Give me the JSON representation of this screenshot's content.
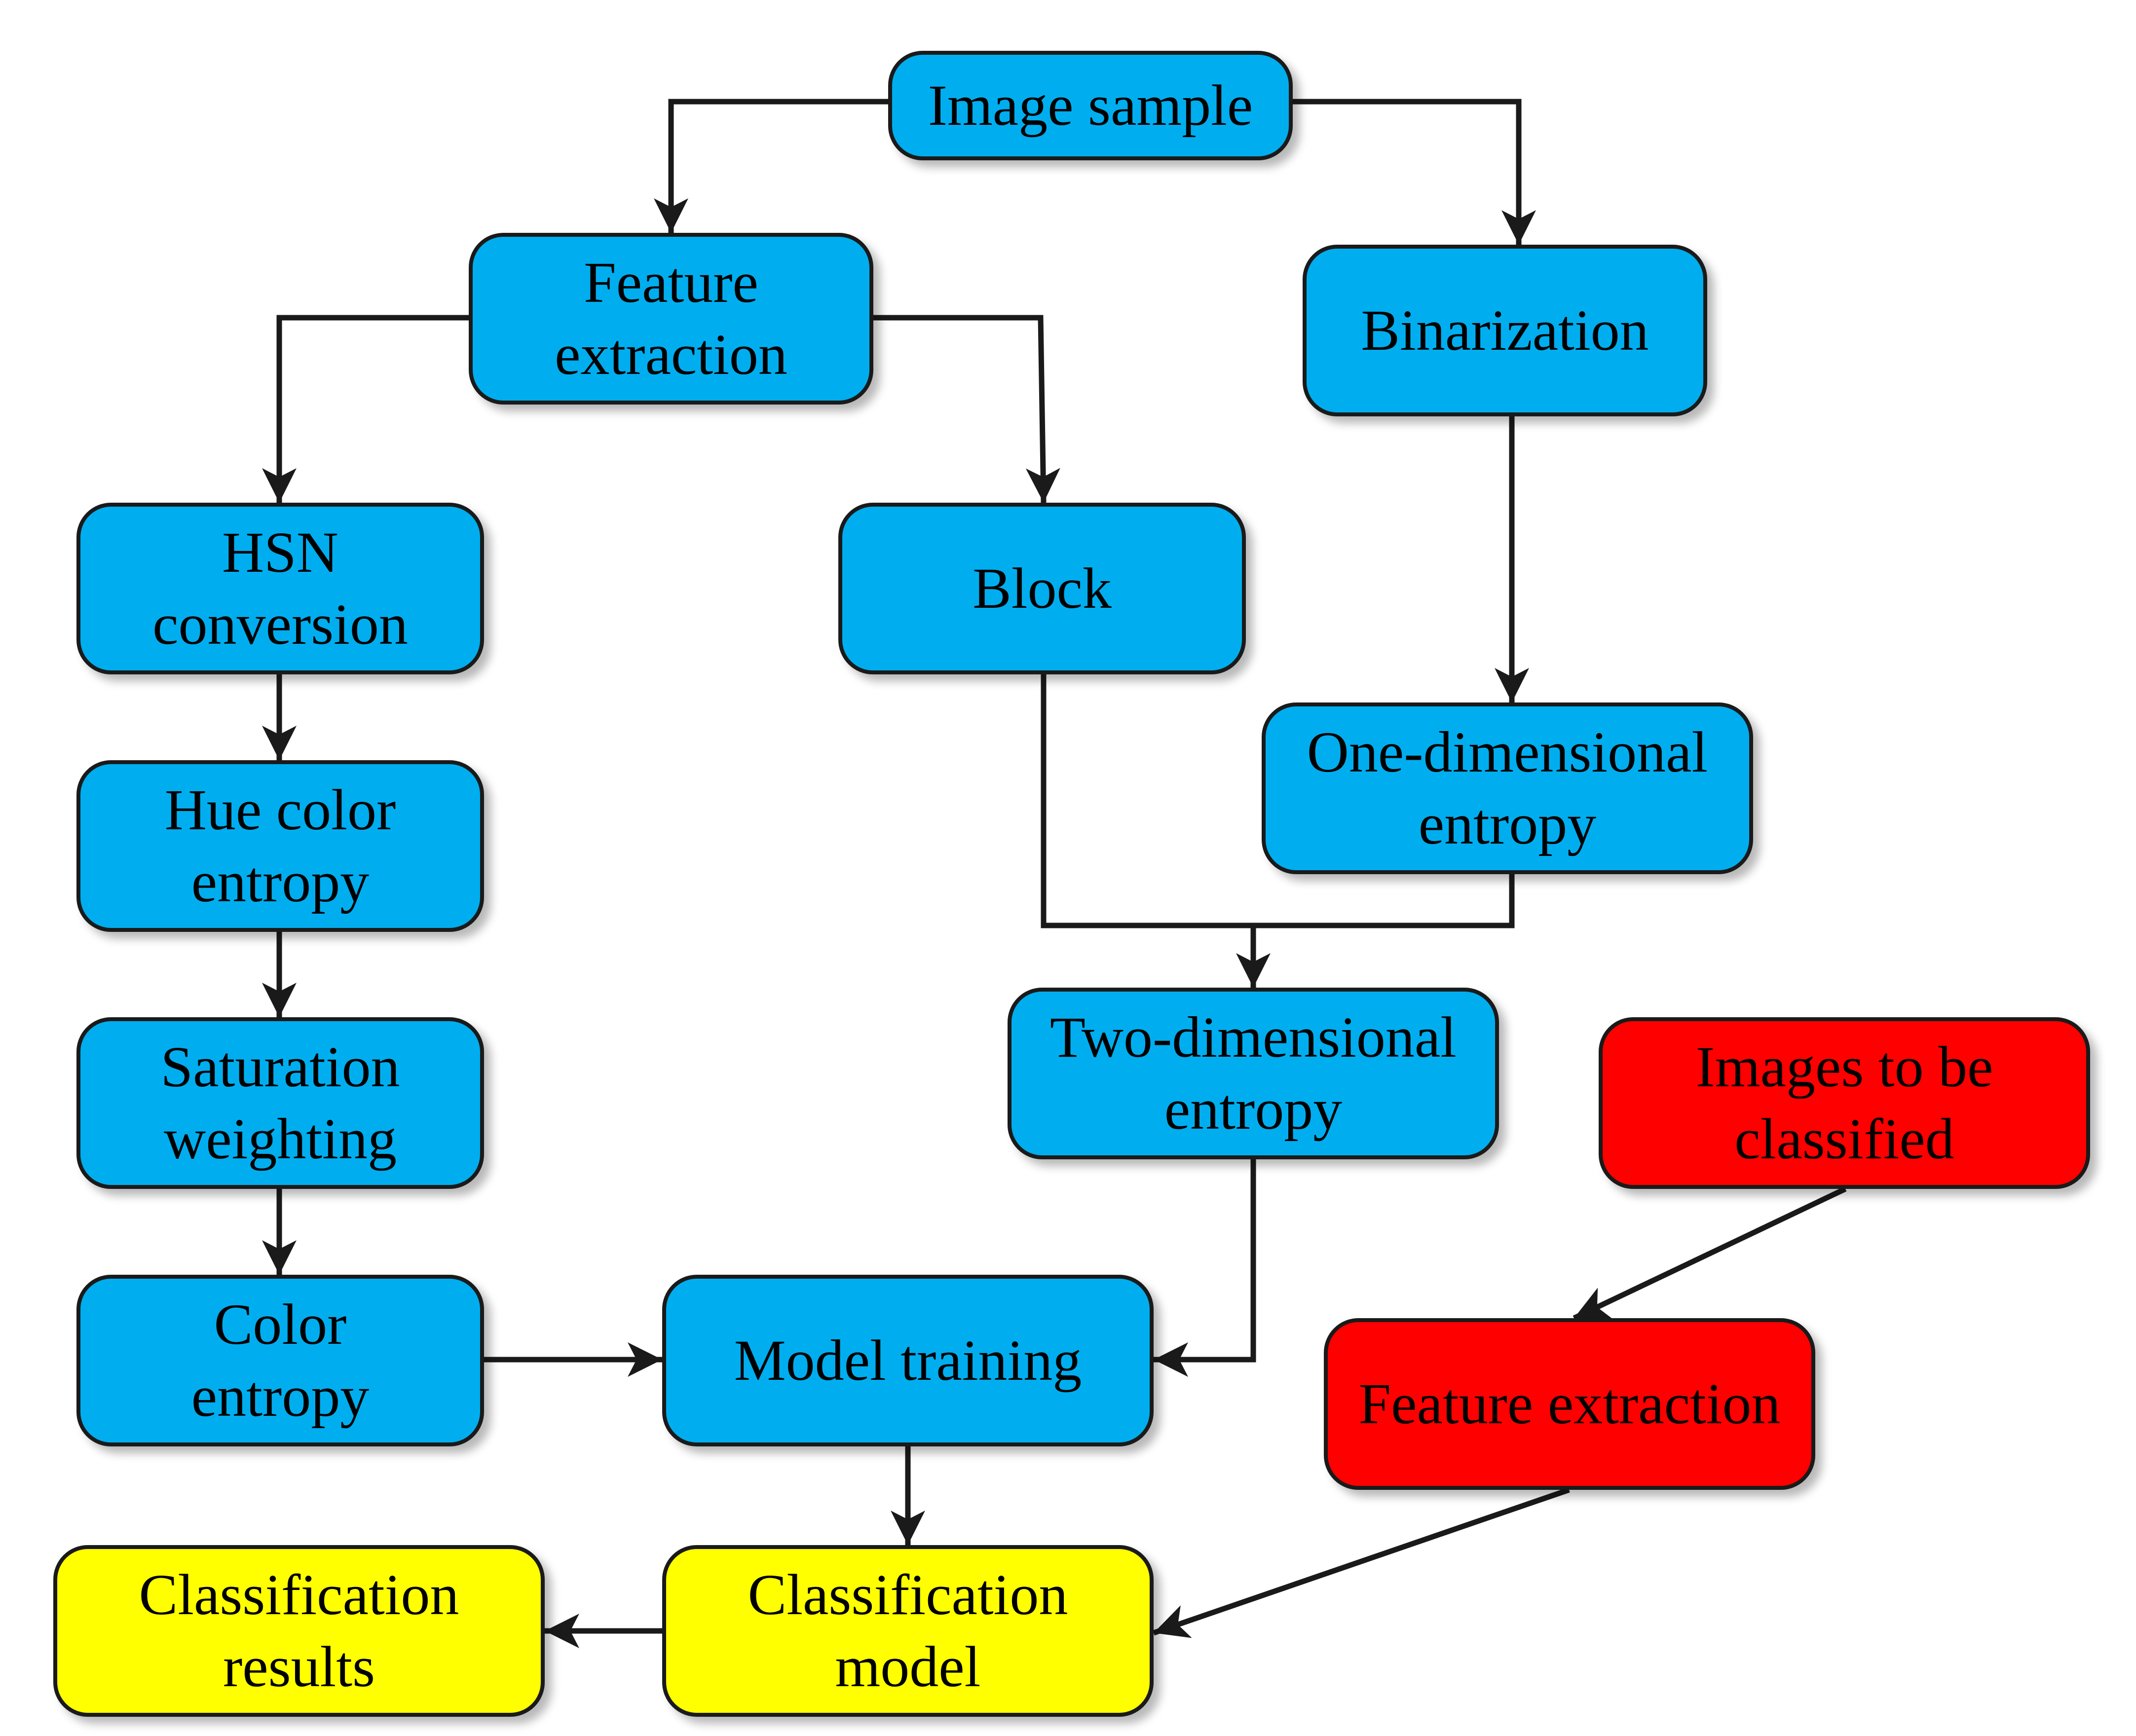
{
  "colors": {
    "blue": "#00AEEF",
    "red": "#FF0000",
    "yellow": "#FFFF00",
    "stroke": "#1a1a1a"
  },
  "nodes": {
    "image_sample": {
      "label": "Image sample",
      "color": "blue"
    },
    "feature_extraction": {
      "label": "Feature\nextraction",
      "color": "blue"
    },
    "binarization": {
      "label": "Binarization",
      "color": "blue"
    },
    "hsn_conversion": {
      "label": "HSN\nconversion",
      "color": "blue"
    },
    "block": {
      "label": "Block",
      "color": "blue"
    },
    "one_dim_entropy": {
      "label": "One-dimensional\nentropy",
      "color": "blue"
    },
    "hue_color_entropy": {
      "label": "Hue color\nentropy",
      "color": "blue"
    },
    "two_dim_entropy": {
      "label": "Two-dimensional\nentropy",
      "color": "blue"
    },
    "images_to_classify": {
      "label": "Images to be\nclassified",
      "color": "red"
    },
    "saturation_weighting": {
      "label": "Saturation\nweighting",
      "color": "blue"
    },
    "color_entropy": {
      "label": "Color\nentropy",
      "color": "blue"
    },
    "model_training": {
      "label": "Model training",
      "color": "blue"
    },
    "feature_extraction_2": {
      "label": "Feature extraction",
      "color": "red"
    },
    "classification_results": {
      "label": "Classification\nresults",
      "color": "yellow"
    },
    "classification_model": {
      "label": "Classification\nmodel",
      "color": "yellow"
    }
  },
  "edges": [
    {
      "from": "image_sample",
      "to": "feature_extraction"
    },
    {
      "from": "image_sample",
      "to": "binarization"
    },
    {
      "from": "feature_extraction",
      "to": "hsn_conversion"
    },
    {
      "from": "feature_extraction",
      "to": "block"
    },
    {
      "from": "binarization",
      "to": "one_dim_entropy"
    },
    {
      "from": "hsn_conversion",
      "to": "hue_color_entropy"
    },
    {
      "from": "hue_color_entropy",
      "to": "saturation_weighting"
    },
    {
      "from": "saturation_weighting",
      "to": "color_entropy"
    },
    {
      "from": "block",
      "to": "two_dim_entropy"
    },
    {
      "from": "one_dim_entropy",
      "to": "two_dim_entropy"
    },
    {
      "from": "color_entropy",
      "to": "model_training"
    },
    {
      "from": "two_dim_entropy",
      "to": "model_training"
    },
    {
      "from": "model_training",
      "to": "classification_model"
    },
    {
      "from": "images_to_classify",
      "to": "feature_extraction_2"
    },
    {
      "from": "feature_extraction_2",
      "to": "classification_model"
    },
    {
      "from": "classification_model",
      "to": "classification_results"
    }
  ]
}
